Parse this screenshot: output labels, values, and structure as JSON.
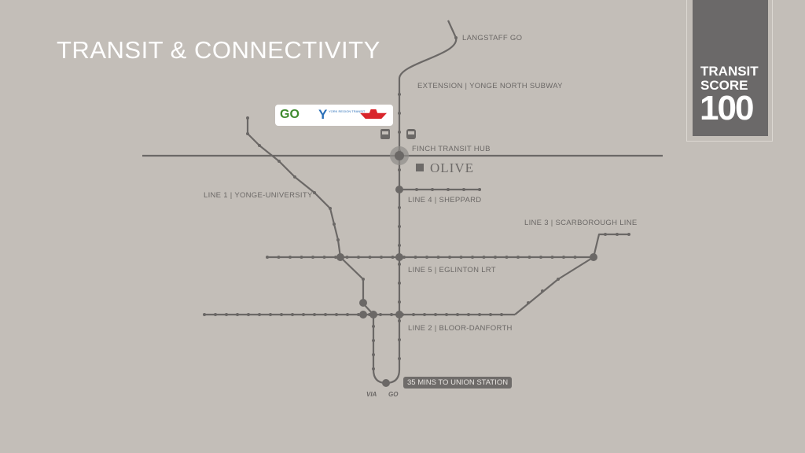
{
  "title": "TRANSIT & CONNECTIVITY",
  "transit_score": {
    "label_line1": "TRANSIT",
    "label_line2": "SCORE",
    "value": "100"
  },
  "labels": {
    "langstaff": "LANGSTAFF GO",
    "extension": "EXTENSION  |  YONGE NORTH SUBWAY",
    "finch": "FINCH TRANSIT HUB",
    "line1": "LINE 1  |  YONGE-UNIVERSITY",
    "line4": "LINE 4  |  SHEPPARD",
    "line3": "LINE 3  |  SCARBOROUGH LINE",
    "line5": "LINE 5  |  EGLINTON LRT",
    "line2": "LINE 2  |  BLOOR-DANFORTH",
    "union": "35 MINS TO UNION STATION"
  },
  "property": {
    "name": "OLIVE"
  },
  "logos": [
    "GO",
    "YORK REGION TRANSIT",
    "TTC",
    "VIA",
    "GO"
  ],
  "colors": {
    "line": "#6b6866",
    "go": "#3f8a2f",
    "yrt": "#2a6fb8",
    "ttc": "#d9252b"
  }
}
